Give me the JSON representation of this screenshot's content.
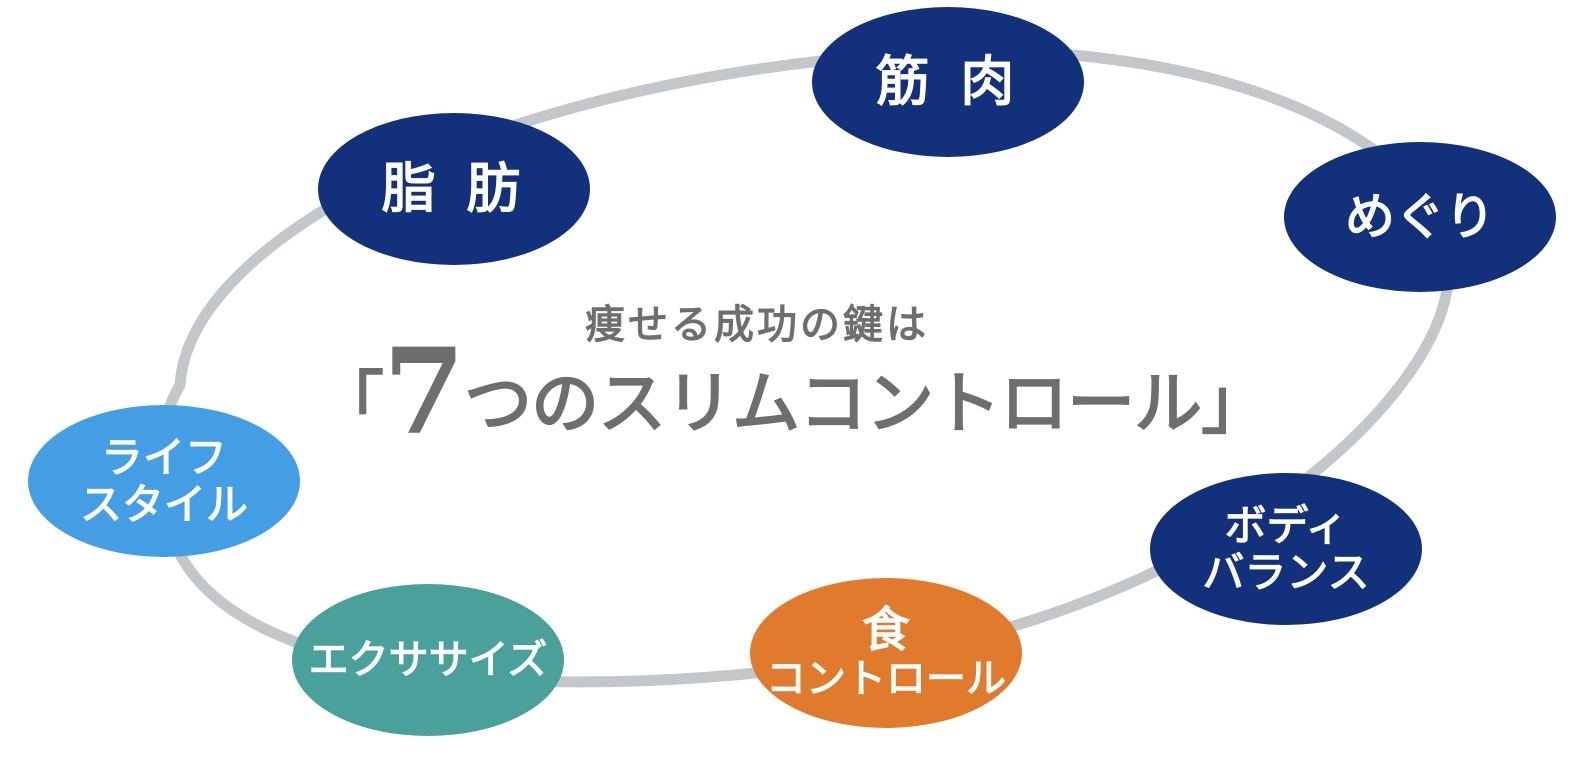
{
  "heading": {
    "subtitle": "痩せる成功の鍵は",
    "open_bracket": "「",
    "number": "7",
    "title_rest": "つのスリムコントロール",
    "close_bracket": "」"
  },
  "nodes": {
    "muscle": {
      "label": "筋 肉",
      "color": "#13317a"
    },
    "fat": {
      "label": "脂 肪",
      "color": "#13317a"
    },
    "circulation": {
      "label": "めぐり",
      "color": "#13317a"
    },
    "lifestyle": {
      "line1": "ライフ",
      "line2": "スタイル",
      "color": "#449ee3"
    },
    "body_balance": {
      "line1": "ボディ",
      "line2": "バランス",
      "color": "#13317a"
    },
    "food_control": {
      "line1": "食",
      "line2": "コントロール",
      "color": "#e07a2c"
    },
    "exercise": {
      "label": "エクササイズ",
      "color": "#4aa19c"
    }
  },
  "ring_color": "#c4c7ca"
}
